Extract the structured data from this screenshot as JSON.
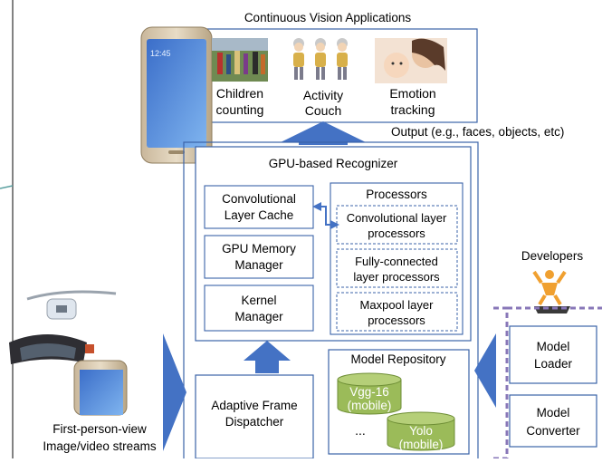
{
  "app_title": "Continuous Vision Applications",
  "applications": [
    {
      "line1": "Children",
      "line2": "counting"
    },
    {
      "line1": "Activity",
      "line2": "Couch"
    },
    {
      "line1": "Emotion",
      "line2": "tracking"
    }
  ],
  "output_label": "Output (e.g., faces, objects, etc)",
  "recognizer_title": "GPU-based Recognizer",
  "left_modules": [
    {
      "line1": "Convolutional",
      "line2": "Layer Cache"
    },
    {
      "line1": "GPU Memory",
      "line2": "Manager"
    },
    {
      "line1": "Kernel",
      "line2": "Manager"
    }
  ],
  "processors_title": "Processors",
  "processors": [
    {
      "line1": "Convolutional layer",
      "line2": "processors"
    },
    {
      "line1": "Fully-connected",
      "line2": "layer processors"
    },
    {
      "line1": "Maxpool layer",
      "line2": "processors"
    }
  ],
  "dispatcher": {
    "line1": "Adaptive Frame",
    "line2": "Dispatcher"
  },
  "repository_title": "Model Repository",
  "models": [
    {
      "line1": "Vgg-16",
      "line2": "(mobile)"
    },
    {
      "line1": "Yolo",
      "line2": "(mobile)"
    }
  ],
  "ellipsis": "...",
  "developers_label": "Developers",
  "dev_tools": [
    {
      "line1": "Model",
      "line2": "Loader"
    },
    {
      "line1": "Model",
      "line2": "Converter"
    }
  ],
  "input_label": {
    "line1": "First-person-view",
    "line2": "Image/video streams"
  },
  "colors": {
    "box_stroke": "#3b63a8",
    "arrow_fill": "#4472c4",
    "cylinder_fill": "#9bbb59",
    "cylinder_stroke": "#6e8e35"
  }
}
